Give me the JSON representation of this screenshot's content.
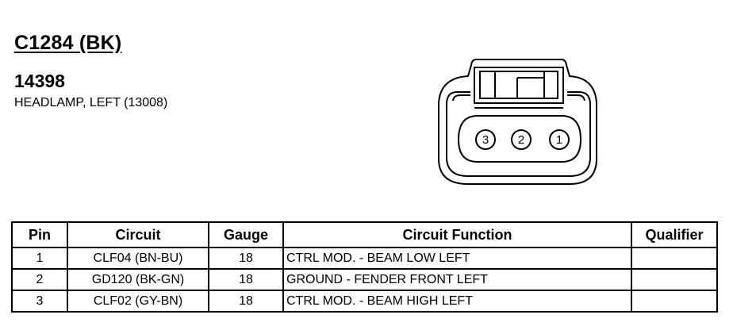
{
  "header": {
    "connector_id": "C1284 (BK)",
    "part_number": "14398",
    "description": "HEADLAMP, LEFT (13008)"
  },
  "connector": {
    "pins": [
      "3",
      "2",
      "1"
    ]
  },
  "table": {
    "columns": [
      "Pin",
      "Circuit",
      "Gauge",
      "Circuit Function",
      "Qualifier"
    ],
    "rows": [
      {
        "pin": "1",
        "circuit": "CLF04 (BN-BU)",
        "gauge": "18",
        "function": "CTRL MOD. - BEAM LOW LEFT",
        "qualifier": ""
      },
      {
        "pin": "2",
        "circuit": "GD120 (BK-GN)",
        "gauge": "18",
        "function": "GROUND - FENDER FRONT LEFT",
        "qualifier": ""
      },
      {
        "pin": "3",
        "circuit": "CLF02 (GY-BN)",
        "gauge": "18",
        "function": "CTRL MOD. - BEAM HIGH LEFT",
        "qualifier": ""
      }
    ]
  }
}
